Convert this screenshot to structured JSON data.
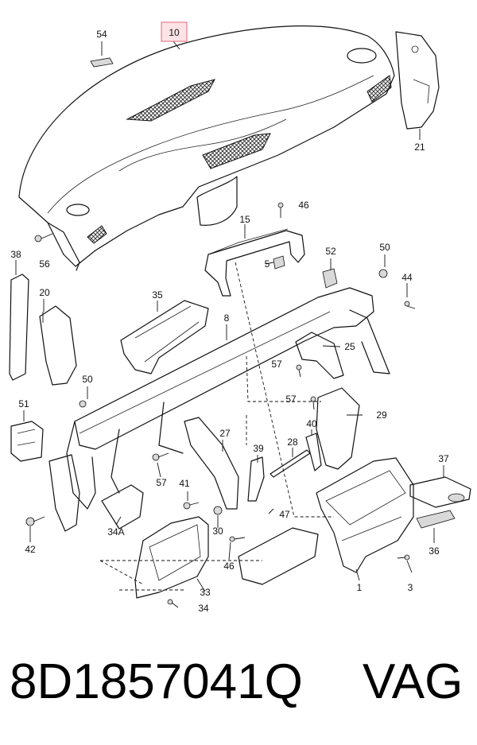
{
  "diagram": {
    "callouts": {
      "c10": "10",
      "c54": "54",
      "c21": "21",
      "c46a": "46",
      "c15": "15",
      "c5": "5",
      "c38": "38",
      "c56": "56",
      "c20": "20",
      "c52": "52",
      "c50a": "50",
      "c44": "44",
      "c35": "35",
      "c8": "8",
      "c25": "25",
      "c57a": "57",
      "c57b": "57",
      "c29": "29",
      "c51": "51",
      "c50b": "50",
      "c40": "40",
      "c27": "27",
      "c39": "39",
      "c28": "28",
      "c37": "37",
      "c57c": "57",
      "c41": "41",
      "c47": "47",
      "c34A": "34A",
      "c30": "30",
      "c42": "42",
      "c46b": "46",
      "c36": "36",
      "c33": "33",
      "c1": "1",
      "c3": "3",
      "c34": "34"
    },
    "highlighted_callout": "10",
    "highlight_color": "#fde3e6"
  },
  "footer": {
    "part_number": "8D1857041Q",
    "brand": "VAG"
  }
}
